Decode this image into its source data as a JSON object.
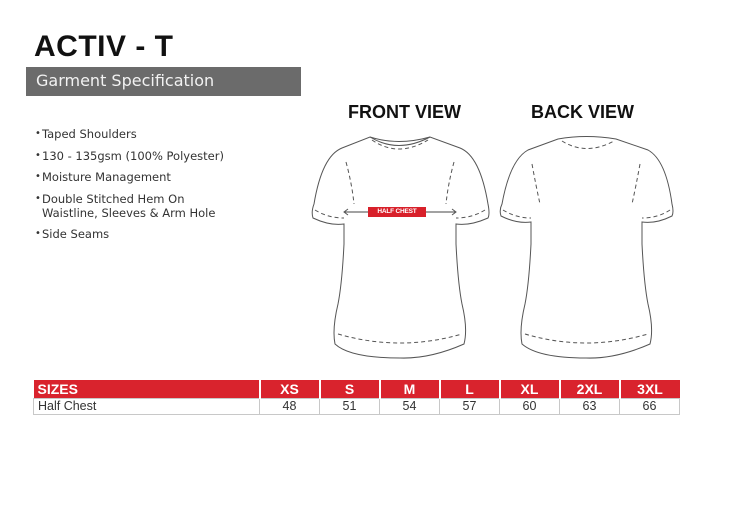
{
  "header": {
    "title": "ACTIV - T",
    "subtitle": "Garment Specification"
  },
  "features": [
    {
      "line1": "Taped Shoulders",
      "line2": ""
    },
    {
      "line1": "130 - 135gsm (100% Polyester)",
      "line2": ""
    },
    {
      "line1": "Moisture Management",
      "line2": ""
    },
    {
      "line1": "Double Stitched Hem On",
      "line2": "Waistline, Sleeves & Arm Hole"
    },
    {
      "line1": "Side Seams",
      "line2": ""
    }
  ],
  "views": {
    "front_label": "FRONT VIEW",
    "back_label": "BACK VIEW",
    "measurement_badge": "HALF CHEST"
  },
  "size_table": {
    "header_label": "SIZES",
    "sizes": [
      "XS",
      "S",
      "M",
      "L",
      "XL",
      "2XL",
      "3XL"
    ],
    "rows": [
      {
        "label": "Half Chest",
        "values": [
          "48",
          "51",
          "54",
          "57",
          "60",
          "63",
          "66"
        ]
      }
    ]
  },
  "colors": {
    "accent_red": "#d9232d",
    "subtitle_bar_gray": "#6b6b6b"
  }
}
